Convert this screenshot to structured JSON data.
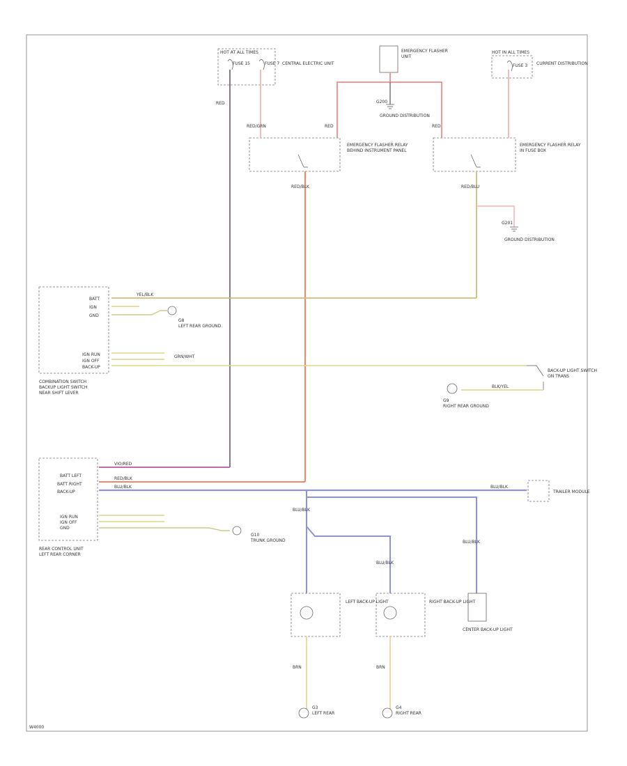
{
  "diagram": {
    "footer_code": "W4000",
    "colors": {
      "red": "#f08a8a",
      "pink": "#f3b3b3",
      "orange": "#ee8a66",
      "yellow": "#e3d48a",
      "tan": "#d8b77a",
      "magenta": "#c46aa8",
      "blue": "#9090e0",
      "ground": "#555555"
    },
    "components": {
      "fuse_panel": {
        "title": "HOT AT ALL TIMES",
        "fuse_a": "FUSE 15",
        "fuse_b": "FUSE 7",
        "note": "CENTRAL ELECTRIC UNIT"
      },
      "emergency_flasher_top": {
        "title": "EMERGENCY FLASHER",
        "note": "UNIT"
      },
      "right_panel": {
        "title": "HOT IN ALL TIMES",
        "fuse": "FUSE 3",
        "note": "CURRENT DISTRIBUTION"
      },
      "relay_left": {
        "title": "EMERGENCY FLASHER RELAY",
        "note": "BEHIND INSTRUMENT PANEL"
      },
      "relay_right": {
        "title": "EMERGENCY FLASHER RELAY",
        "note": "IN FUSE BOX"
      },
      "ground_top": {
        "label": "G200",
        "note": "GROUND DISTRIBUTION"
      },
      "ground_right": {
        "label": "G201",
        "note": "GROUND DISTRIBUTION"
      },
      "combination_switch": {
        "title": "COMBINATION SWITCH",
        "note1": "BACKUP LIGHT SWITCH",
        "note2": "NEAR SHIFT LEVER"
      },
      "combo_ground": {
        "label": "G8",
        "note": "LEFT REAR GROUND"
      },
      "backup_switch": {
        "title": "BACK-UP LIGHT SWITCH",
        "note": "ON TRANS"
      },
      "backup_ground": {
        "label": "G9",
        "note": "RIGHT REAR GROUND"
      },
      "rear_control": {
        "title": "REAR CONTROL UNIT",
        "note": "LEFT REAR CORNER"
      },
      "rear_ground": {
        "label": "G10",
        "note": "TRUNK GROUND"
      },
      "trailer_module": {
        "title": "TRAILER MODULE"
      },
      "left_lamp": {
        "title": "LEFT BACK-UP LIGHT"
      },
      "right_lamp": {
        "title": "RIGHT BACK-UP LIGHT"
      },
      "third_lamp": {
        "title": "CENTER BACK-UP LIGHT"
      },
      "left_ground": {
        "label": "G3",
        "note": "LEFT REAR"
      },
      "right_ground": {
        "label": "G4",
        "note": "RIGHT REAR"
      }
    },
    "wires": {
      "fuse_a_wire": "RED",
      "fuse_b_wire": "RED/GRN",
      "top_left": "RED",
      "top_right": "RED",
      "relay_out_left": "RED/BLK",
      "relay_out_right": "RED/BLU",
      "yellow_line": "YEL/BLK",
      "combo_to_rear": "GRN/WHT",
      "backup_switch_wire": "BLK/YEL",
      "magenta_line": "VIO/RED",
      "orange_line": "RED/BLK",
      "blue_line": "BLU/BLK",
      "lamp_feed_left": "BLU/BLK",
      "lamp_feed_right": "BLU/BLK",
      "trailer_feed": "BLU/BLK",
      "lamp_gnd": "BRN"
    },
    "pins": {
      "combo_top": [
        "BATT",
        "IGN",
        "GND"
      ],
      "combo_mid": [
        "IGN RUN",
        "IGN OFF",
        "BACK-UP"
      ],
      "rear_top": [
        "BATT LEFT",
        "BATT RIGHT",
        "BACK-UP"
      ],
      "rear_mid": [
        "IGN RUN",
        "IGN OFF",
        "GND"
      ]
    }
  }
}
